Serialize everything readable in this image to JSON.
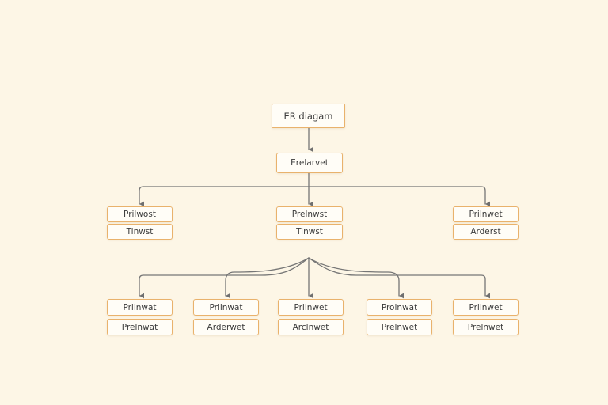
{
  "diagram": {
    "title": "ER diagam",
    "level1": "Erelarvet",
    "level2": [
      {
        "top": "Prilwost",
        "bottom": "Tinwst"
      },
      {
        "top": "Prelnwst",
        "bottom": "Tinwst"
      },
      {
        "top": "Prilnwet",
        "bottom": "Arderst"
      }
    ],
    "level3": [
      {
        "top": "Prilnwat",
        "bottom": "Prelnwat"
      },
      {
        "top": "Prilnwat",
        "bottom": "Arderwet"
      },
      {
        "top": "Prilnwet",
        "bottom": "Arclnwet"
      },
      {
        "top": "Prolnwat",
        "bottom": "Prelnwet"
      },
      {
        "top": "Prilnwet",
        "bottom": "Prelnwet"
      }
    ]
  }
}
